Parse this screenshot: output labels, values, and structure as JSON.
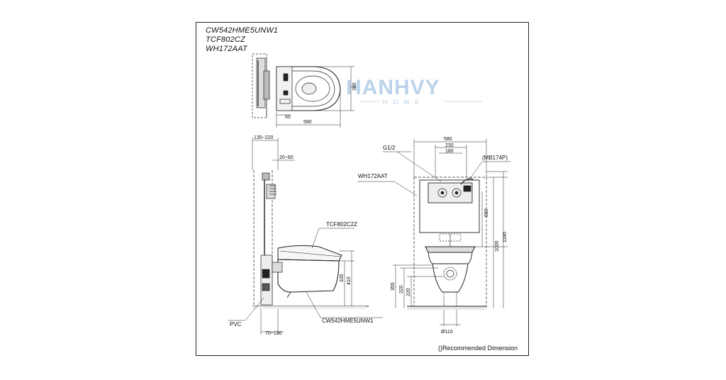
{
  "header": {
    "models": [
      "CW542HME5UNW1",
      "TCF802CZ",
      "WH172AAT"
    ]
  },
  "watermark": {
    "brand": "HANHVY",
    "sub": "HOME",
    "color": "#bcd3ea"
  },
  "top_view": {
    "width_label": "580",
    "depth_label": "380",
    "offset_label": "50"
  },
  "side_view": {
    "label_range_top": "135~220",
    "label_range_mid": "20~60",
    "seat_model": "TCF802C2Z",
    "bowl_model": "CW542HME5UNW1",
    "pipe_label": "PVC",
    "label_bottom": "70~130",
    "height_335": "335",
    "height_410": "410"
  },
  "front_view": {
    "width_580": "580",
    "width_230": "230",
    "width_180": "180",
    "inlet_label": "G1/2",
    "plate_label": "(MB174P)",
    "frame_model": "WH172AAT",
    "h650": "650",
    "h1000": "1000",
    "h1180": "1180",
    "h355": "355",
    "h320": "320",
    "h220": "220",
    "pipe_dia": "Ø110"
  },
  "footer": {
    "note": "()Recommended Dimension"
  }
}
